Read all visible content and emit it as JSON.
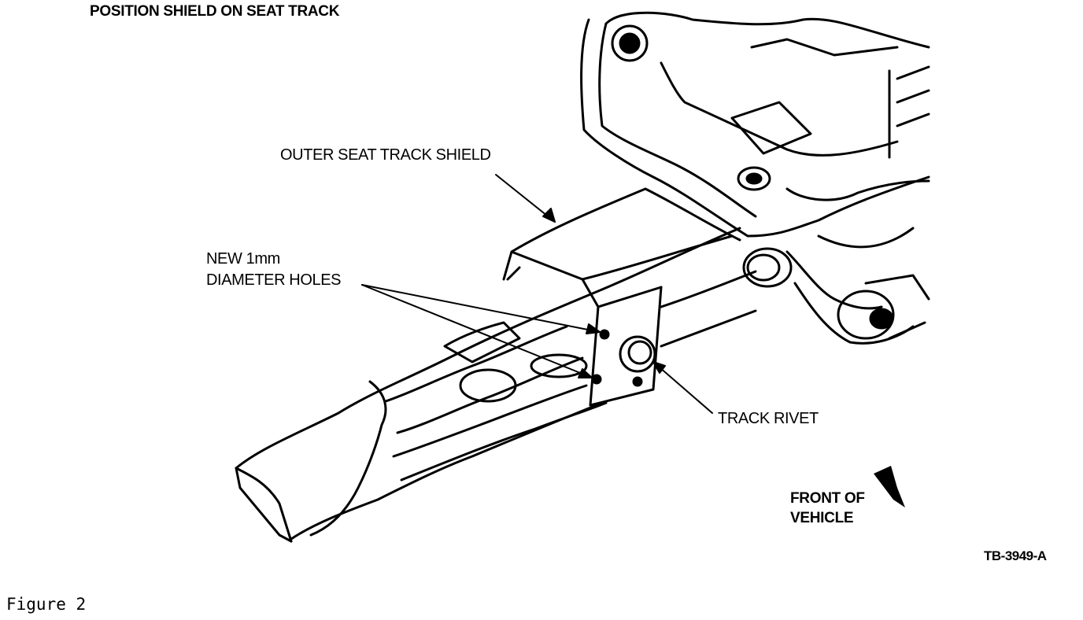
{
  "diagram": {
    "title": "POSITION SHIELD ON SEAT TRACK",
    "labels": {
      "outer_shield": "OUTER SEAT TRACK SHIELD",
      "holes_line1": "NEW 1mm",
      "holes_line2": "DIAMETER HOLES",
      "track_rivet": "TRACK RIVET",
      "front_line1": "FRONT OF",
      "front_line2": "VEHICLE"
    },
    "reference": "TB-3949-A",
    "caption": "Figure 2"
  }
}
